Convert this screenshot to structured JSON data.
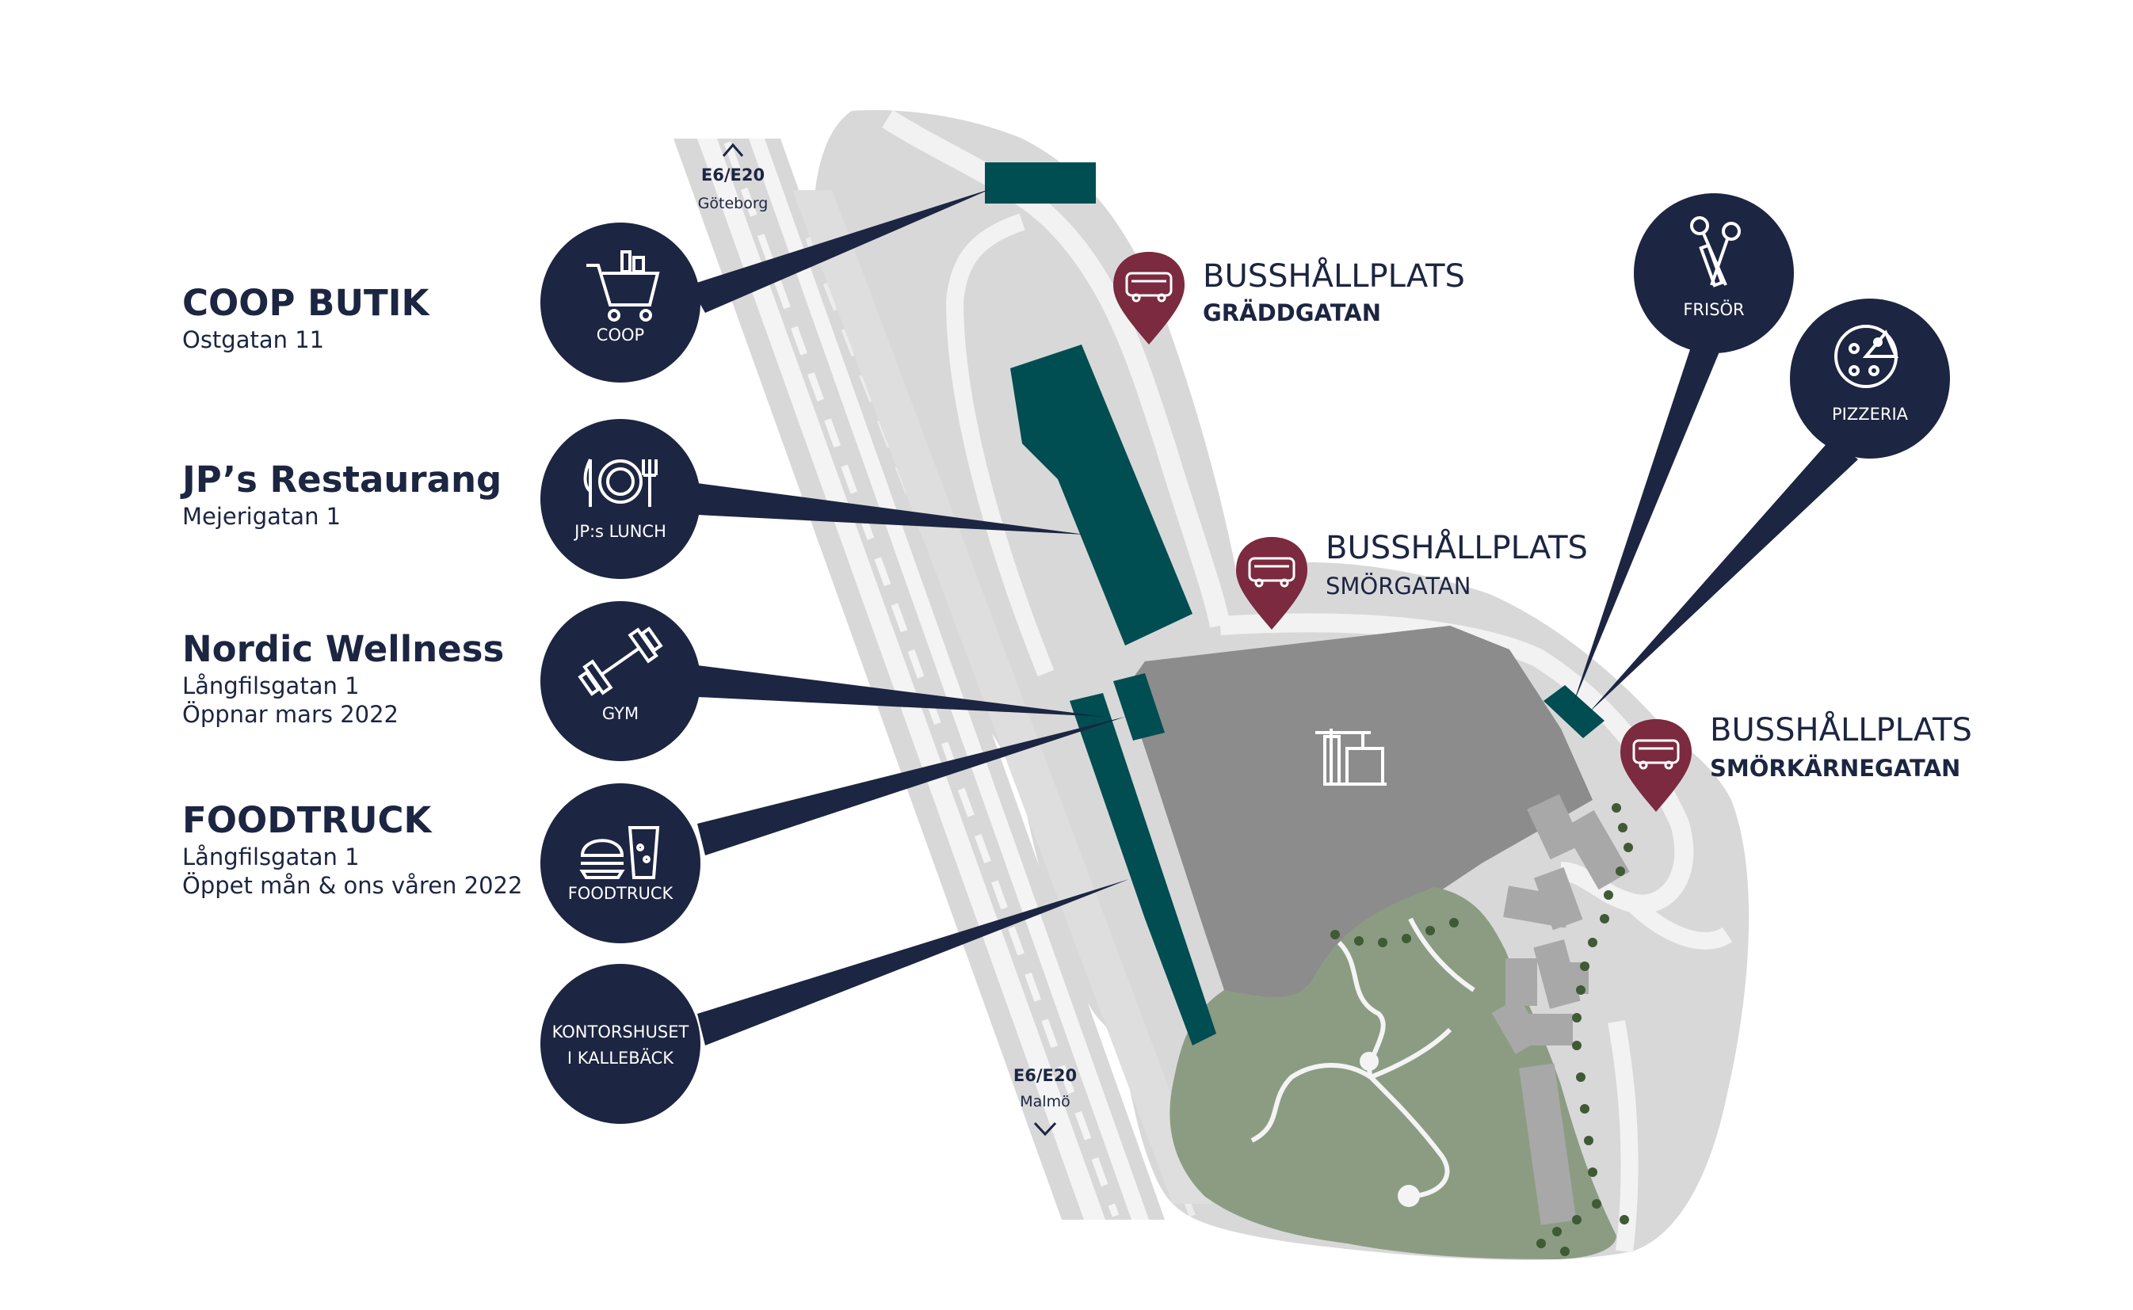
{
  "places": [
    {
      "name": "COOP BUTIK",
      "lines": [
        "Ostgatan 11"
      ],
      "badge": "COOP",
      "icon": "shopping-cart-icon"
    },
    {
      "name": "JP’s Restaurang",
      "lines": [
        "Mejerigatan 1"
      ],
      "badge": "JP:s LUNCH",
      "icon": "plate-cutlery-icon"
    },
    {
      "name": "Nordic Wellness",
      "lines": [
        "Långfilsgatan 1",
        "Öppnar mars 2022"
      ],
      "badge": "GYM",
      "icon": "dumbbell-icon"
    },
    {
      "name": "FOODTRUCK",
      "lines": [
        "Långfilsgatan 1",
        "Öppet mån & ons våren 2022"
      ],
      "badge": "FOODTRUCK",
      "icon": "burger-drink-icon"
    },
    {
      "name": "",
      "lines": [],
      "badge_lines": [
        "KONTORSHUSET",
        "I KALLEBÄCK"
      ],
      "icon": ""
    }
  ],
  "right_badges": [
    {
      "label": "FRISÖR",
      "icon": "scissors-comb-icon"
    },
    {
      "label": "PIZZERIA",
      "icon": "pizza-icon"
    }
  ],
  "bus_stops": [
    {
      "title": "BUSSHÅLLPLATS",
      "street": "GRÄDDGATAN",
      "icon": "bus-icon"
    },
    {
      "title": "BUSSHÅLLPLATS",
      "street": "SMÖRGATAN",
      "icon": "bus-icon"
    },
    {
      "title": "BUSSHÅLLPLATS",
      "street": "SMÖRKÄRNEGATAN",
      "icon": "bus-icon"
    }
  ],
  "highway": {
    "north_road": "E6/E20",
    "north_city": "Göteborg",
    "south_road": "E6/E20",
    "south_city": "Malmö"
  },
  "construction_icon": "crane-building-icon",
  "colors": {
    "navy": "#1c2541",
    "teal_building": "#004d52",
    "construction_area": "#8c8c8c",
    "park": "#8b9c83",
    "ground": "#d8d8d9",
    "road": "#e9e9ea",
    "bus_pin": "#7b2a3f"
  }
}
